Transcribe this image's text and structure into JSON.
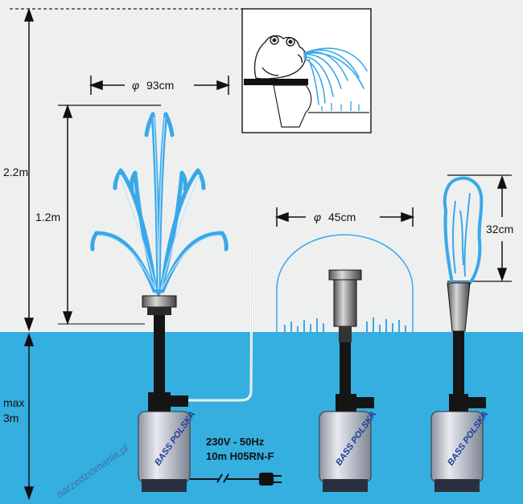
{
  "dimensions": {
    "total_height": "2.2m",
    "fountain_height": "1.2m",
    "fountain_diameter": "93cm",
    "bell_diameter": "45cm",
    "geyser_height": "32cm",
    "max_depth_line1": "max",
    "max_depth_line2": "3m",
    "diameter_symbol": "φ"
  },
  "power": {
    "line1": "230V  -  50Hz",
    "line2": "10m  H05RN-F"
  },
  "brand": "BASS POLSKA",
  "watermark": "narzedziomania.pl",
  "colors": {
    "water": "#35aee0",
    "spray": "#3aa8e8",
    "background": "#eef0f0",
    "pump_body": "#c9ccd4",
    "pipe": "#151515"
  }
}
